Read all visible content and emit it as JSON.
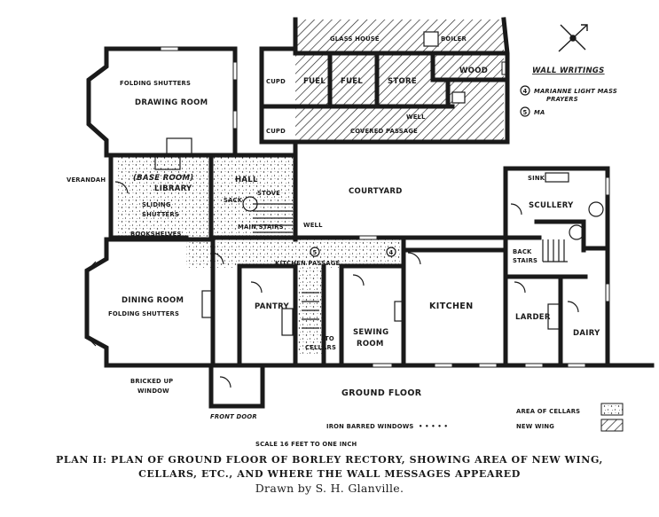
{
  "rooms": {
    "glass_house": "GLASS HOUSE",
    "boiler": "BOILER",
    "fuel_1": "FUEL",
    "fuel_2": "FUEL",
    "store": "STORE",
    "wood": "WOOD",
    "well_top": "WELL",
    "covered_passage": "COVERED PASSAGE",
    "cupd_1": "CUPD",
    "cupd_2": "CUPD",
    "drawing_room": "DRAWING ROOM",
    "folding_shutters_top": "FOLDING SHUTTERS",
    "verandah": "VERANDAH",
    "base_room": "(BASE ROOM)",
    "library": "LIBRARY",
    "sliding": "SLIDING",
    "shutters": "SHUTTERS",
    "bookshelves": "BOOKSHELVES",
    "hall": "HALL",
    "stove": "STOVE",
    "sack": "SACK",
    "main_stairs": "MAIN STAIRS",
    "well_mid": "WELL",
    "courtyard": "COURTYARD",
    "sink": "SINK",
    "scullery": "SCULLERY",
    "back_stairs_1": "BACK",
    "back_stairs_2": "STAIRS",
    "kitchen_passage": "KITCHEN PASSAGE",
    "dining_room": "DINING ROOM",
    "folding_shutters_bottom": "FOLDING SHUTTERS",
    "pantry": "PANTRY",
    "to_cellars_1": "TO",
    "to_cellars_2": "CELLARS",
    "sewing_1": "SEWING",
    "sewing_2": "ROOM",
    "kitchen": "KITCHEN",
    "larder": "LARDER",
    "dairy": "DAIRY",
    "bricked_up_1": "BRICKED UP",
    "bricked_up_2": "WINDOW",
    "front_door": "FRONT DOOR",
    "ground_floor": "GROUND FLOOR"
  },
  "markers": {
    "m4": "4",
    "m5": "5"
  },
  "wall_writings": {
    "title": "WALL WRITINGS",
    "item4_num": "4",
    "item4_line1": "MARIANNE LIGHT MASS",
    "item4_line2": "PRAYERS",
    "item5_num": "5",
    "item5_line1": "MA"
  },
  "legend": {
    "iron_barred": "IRON BARRED WINDOWS",
    "cellars": "AREA OF CELLARS",
    "new_wing": "NEW WING"
  },
  "scale": "SCALE 16 FEET TO ONE INCH",
  "caption": {
    "line1": "PLAN II: PLAN OF GROUND FLOOR OF BORLEY RECTORY, SHOWING AREA OF NEW WING,",
    "line2": "CELLARS, ETC., AND WHERE THE WALL MESSAGES APPEARED",
    "line3": "Drawn by S. H. Glanville."
  },
  "colors": {
    "ink": "#1a1a1a",
    "paper": "#ffffff"
  }
}
